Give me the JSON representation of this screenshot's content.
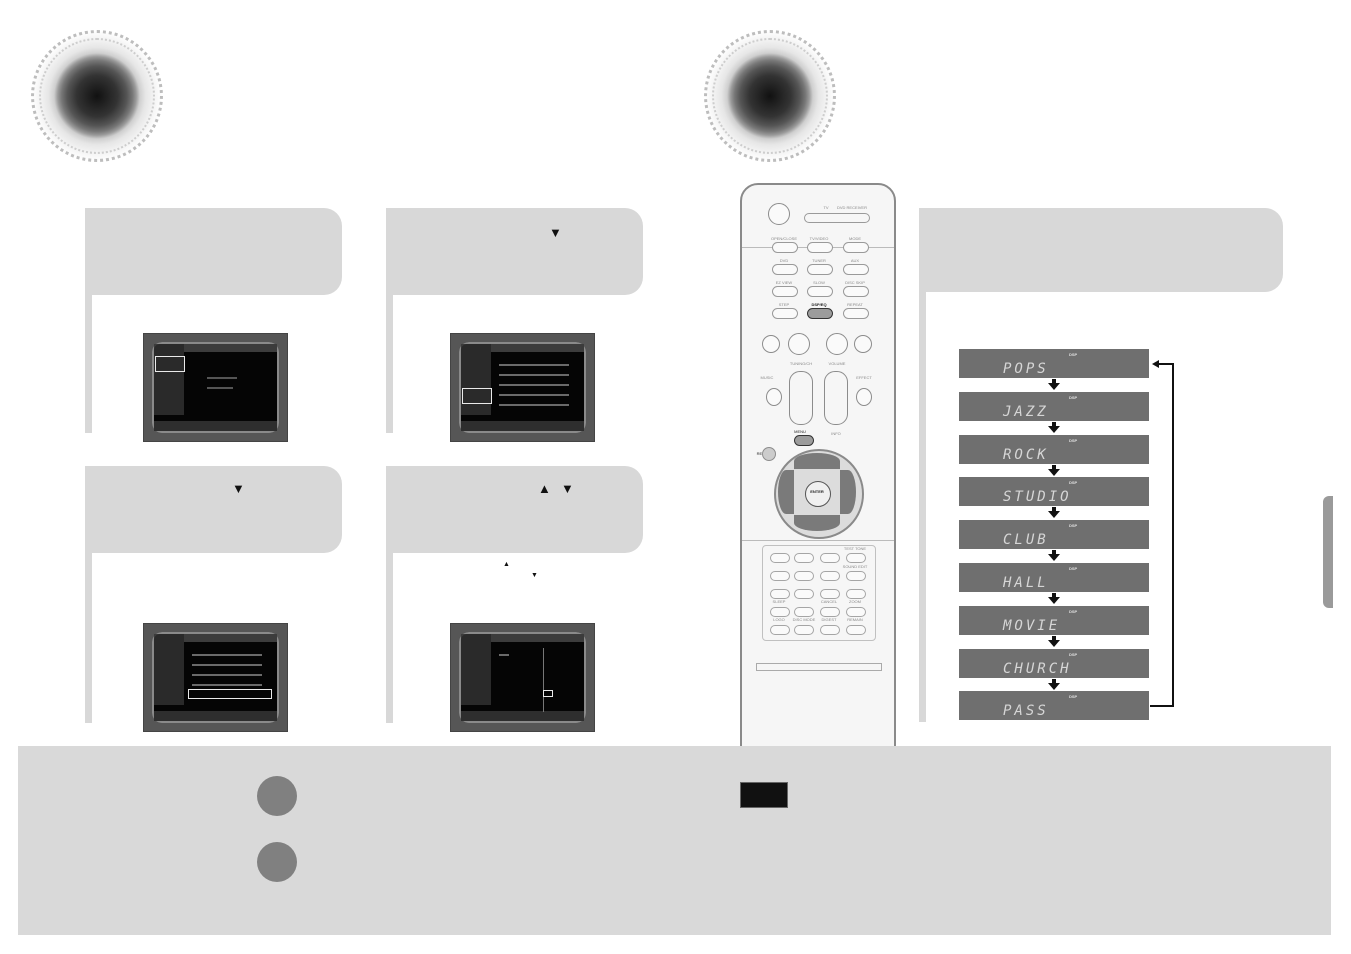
{
  "icons": {
    "speaker_left": "speaker-icon",
    "speaker_right": "speaker-icon",
    "remote": "remote-control-icon"
  },
  "colors": {
    "panel": "#d8d8d8",
    "bottom_band": "#d9d9d9",
    "eq_box": "#6f6f6f",
    "step_circle": "#808080"
  },
  "eq_modes": [
    "POPS",
    "JAZZ",
    "ROCK",
    "STUDIO",
    "CLUB",
    "HALL",
    "MOVIE",
    "CHURCH",
    "PASS"
  ],
  "eq_badge": "DSP",
  "remote": {
    "labels": [
      "TV",
      "DVD RECEIVER",
      "OPEN/CLOSE",
      "TV/VIDEO",
      "MODE",
      "DVD",
      "TUNER",
      "AUX",
      "EZ VIEW",
      "SLOW",
      "DISC SKIP",
      "STEP",
      "DSP/EQ",
      "REPEAT",
      "TUNING/CH",
      "VOLUME",
      "MUSIC",
      "EFFECT",
      "MENU",
      "RETURN",
      "INFO",
      "ENTER",
      "TEST TONE",
      "SOUND EDIT",
      "SLEEP",
      "CANCEL",
      "ZOOM",
      "LOGO",
      "DISC MODE",
      "DIGEST",
      "REMAIN"
    ]
  }
}
